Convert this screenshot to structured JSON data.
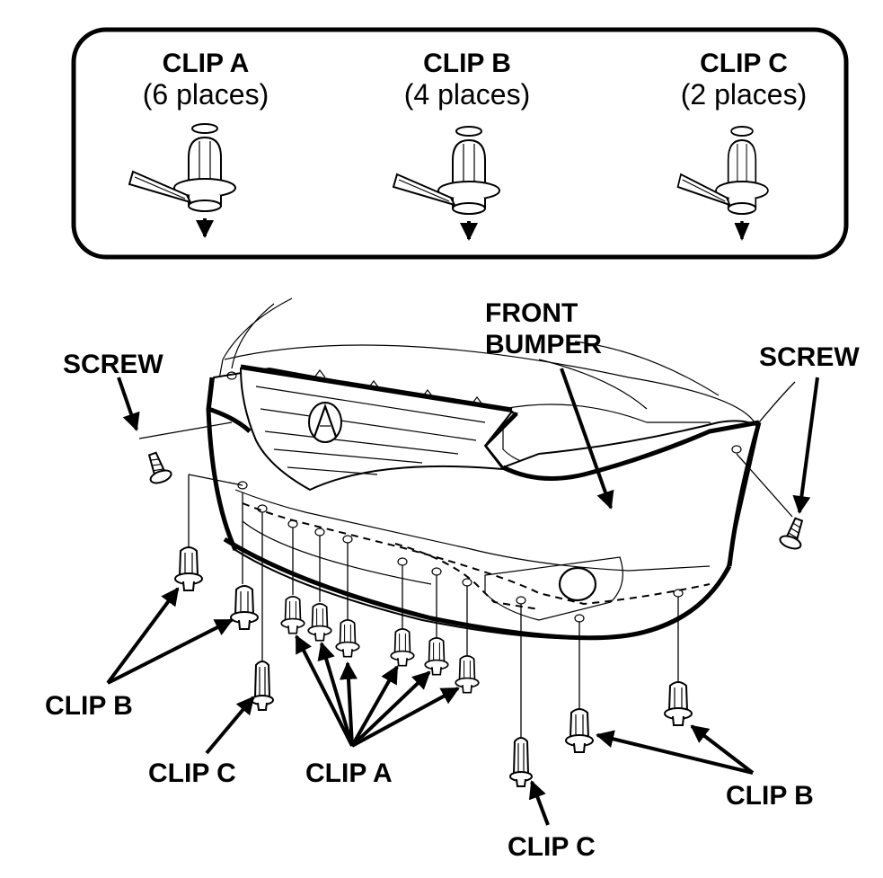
{
  "legend": {
    "clip_a": {
      "name": "CLIP A",
      "count": "(6 places)"
    },
    "clip_b": {
      "name": "CLIP B",
      "count": "(4 places)"
    },
    "clip_c": {
      "name": "CLIP C",
      "count": "(2 places)"
    }
  },
  "labels": {
    "front_bumper_1": "FRONT",
    "front_bumper_2": "BUMPER",
    "screw_left": "SCREW",
    "screw_right": "SCREW",
    "clip_b_left": "CLIP B",
    "clip_c_left": "CLIP C",
    "clip_a": "CLIP A",
    "clip_c_bottom": "CLIP C",
    "clip_b_right": "CLIP B"
  }
}
